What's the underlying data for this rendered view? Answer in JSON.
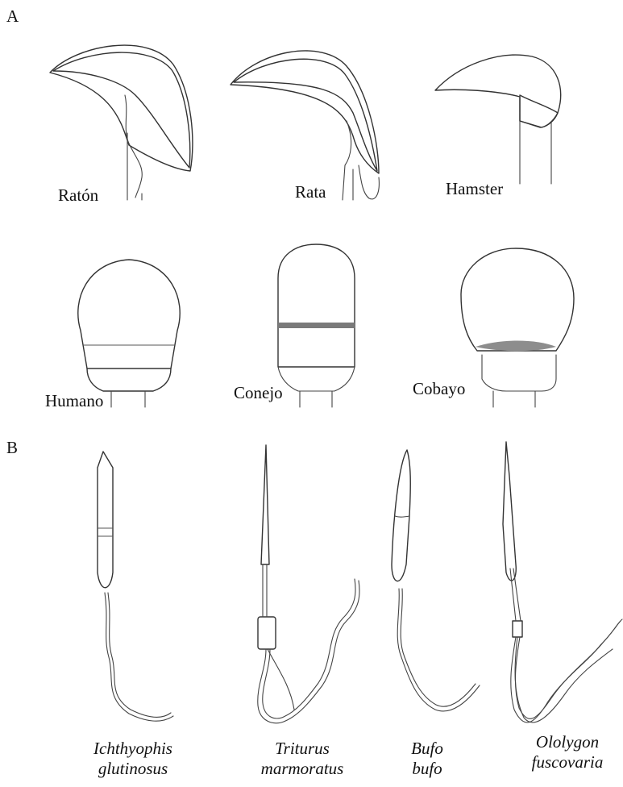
{
  "figure": {
    "panels": [
      {
        "label": "A",
        "specimens": [
          {
            "label": "Ratón"
          },
          {
            "label": "Rata"
          },
          {
            "label": "Hamster"
          },
          {
            "label": "Humano"
          },
          {
            "label": "Conejo"
          },
          {
            "label": "Cobayo"
          }
        ]
      },
      {
        "label": "B",
        "specimens": [
          {
            "genus": "Ichthyophis",
            "species": "glutinosus"
          },
          {
            "genus": "Triturus",
            "species": "marmoratus"
          },
          {
            "genus": "Bufo",
            "species": "bufo"
          },
          {
            "genus": "Ololygon",
            "species": "fuscovaria"
          }
        ]
      }
    ],
    "colors": {
      "ink": "#333333",
      "cell_fill": "#ededed",
      "shaded_region": "#a9a9a9"
    }
  }
}
